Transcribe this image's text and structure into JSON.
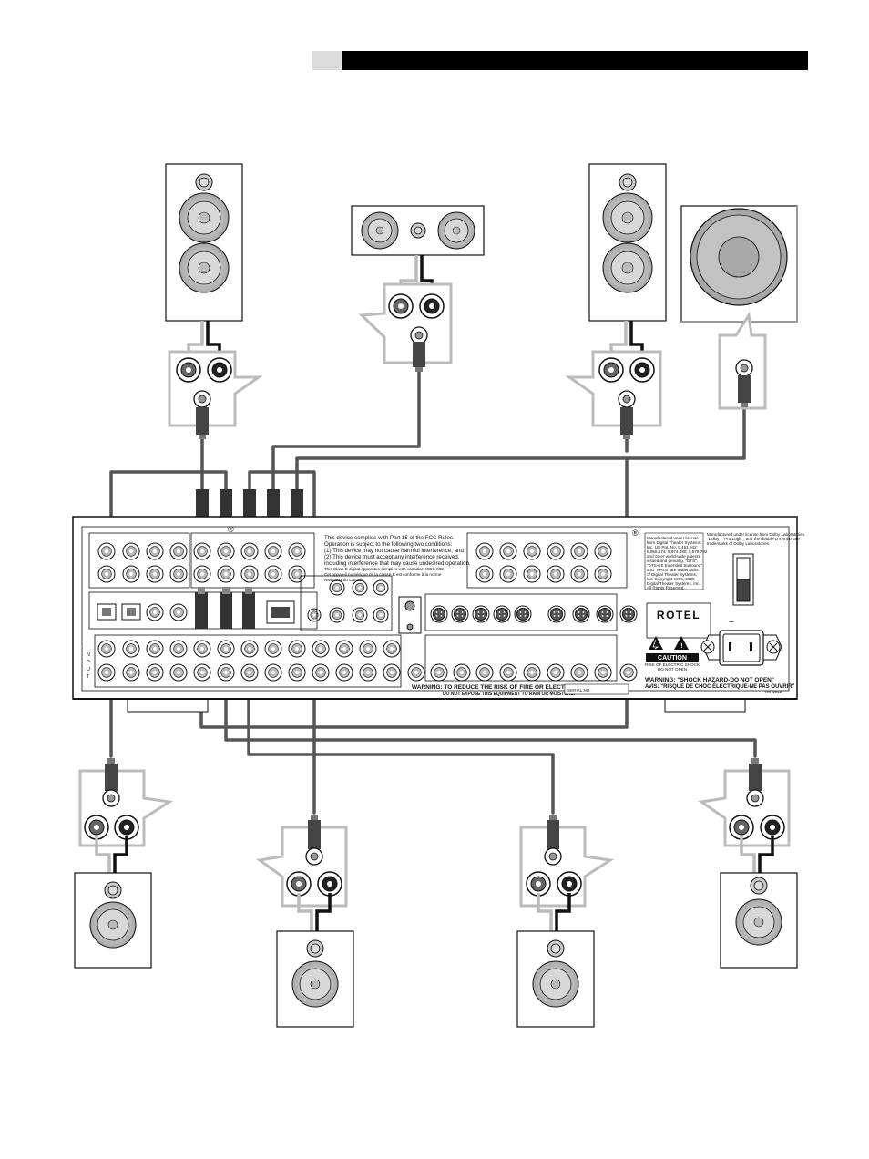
{
  "panel_text": {
    "fcc_notice": [
      "This device complies with Part 15 of the FCC Rules.",
      "Operation is subject to the following two conditions:",
      "(1) This device may not cause harmful interference, and",
      "(2) This device must accept any interference received,",
      "including interference that may cause undesired operation.",
      "This Class B digital apparatus complies with canadian ICES-003.",
      "Cet appareil numérique de la classe B est conforme à la norme",
      "NMB-003 du Canada."
    ],
    "dts_notice": [
      "Manufactured under license",
      "from Digital Theater Systems,",
      "Inc. US Pat. No. 5,451,942;",
      "5,956,674; 5,974,380; 5,978,762",
      "and other world-wide patents",
      "issued and pending. \"DTS\",",
      "\"DTS-ES Extended Surround\"",
      "and \"Neo:6\" are trademarks",
      "of Digital Theater Systems,",
      "Inc. Copyright 1996, 2000",
      "Digital Theater Systems, Inc.",
      "All Rights Reserved."
    ],
    "dolby_notice": [
      "Manufactured under license from Dolby Laboratories.",
      "\"Dolby\", \"Pro Logic\", and the double-D symbol are",
      "trademarks of Dolby Laboratories."
    ],
    "brand": "ROTEL",
    "input_label": "INPUT",
    "caution_title": "CAUTION",
    "caution_sub": [
      "RISK OF ELECTRIC SHOCK",
      "DO NOT OPEN"
    ],
    "warning_main": "WARNING: \"SHOCK HAZARD-DO NOT OPEN\"",
    "warning_fr": "AVIS: \"RISQUE DE CHOC ÉLECTRIQUE-NE PAS OUVRIR\"",
    "warning_rain_1": "WARNING: TO REDUCE THE RISK OF FIRE OR ELECTRICAL SHOCK,",
    "warning_rain_2": "DO NOT EXPOSE THIS EQUIPMENT TO RAIN OR MOISTURE.",
    "serial_label": "SERIAL NO.",
    "model": "RX-1052",
    "ac_symbol": "~",
    "registered_mark": "®"
  },
  "colors": {
    "header_bar": "#000000",
    "header_tab": "#dcdcdc",
    "cable_dark": "#555555",
    "cable_light": "#b8b8b8",
    "outline": "#111111"
  }
}
